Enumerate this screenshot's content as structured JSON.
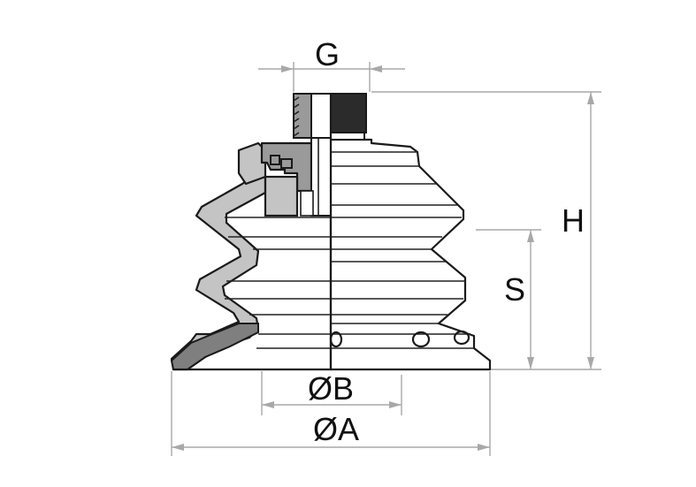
{
  "labels": {
    "thread": "G",
    "height": "H",
    "stroke": "S",
    "inner_diameter": "ØB",
    "outer_diameter": "ØA"
  },
  "colors": {
    "outline": "#1a1a1a",
    "section_fill": "#c4c4c4",
    "section_dark": "#7f7f7f",
    "thread_fill": "#2b2b2b",
    "dimension_line": "#a8a8a8",
    "background": "#ffffff"
  }
}
